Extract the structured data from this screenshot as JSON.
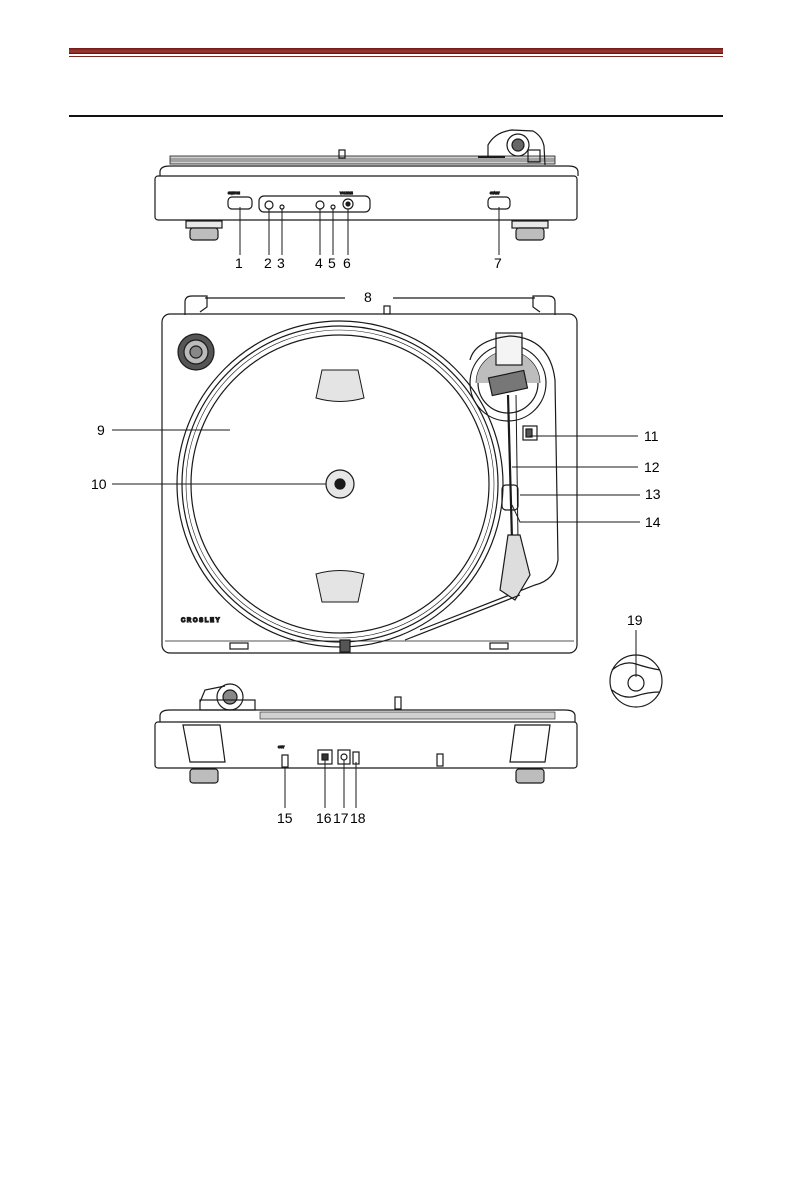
{
  "callouts": {
    "c1": "1",
    "c2": "2",
    "c3": "3",
    "c4": "4",
    "c5": "5",
    "c6": "6",
    "c7": "7",
    "c8": "8",
    "c9": "9",
    "c10": "10",
    "c11": "11",
    "c12": "12",
    "c13": "13",
    "c14": "14",
    "c15": "15",
    "c16": "16",
    "c17": "17",
    "c18": "18",
    "c19": "19"
  },
  "brand": "CROSLEY"
}
